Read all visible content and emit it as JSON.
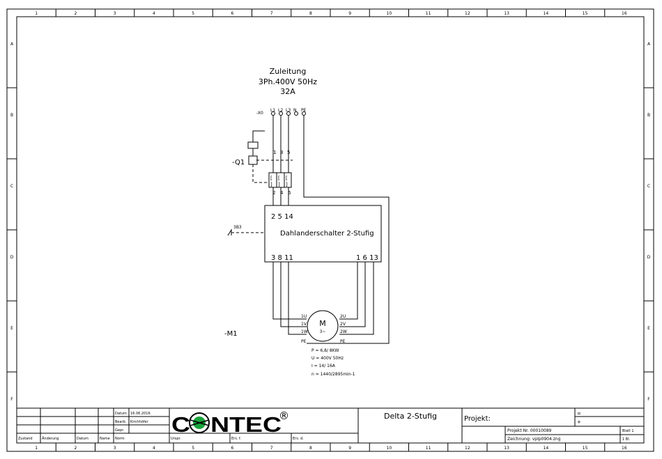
{
  "frame": {
    "columns": [
      "1",
      "2",
      "3",
      "4",
      "5",
      "6",
      "7",
      "8",
      "9",
      "10",
      "11",
      "12",
      "13",
      "14",
      "15",
      "16"
    ],
    "rows": [
      "A",
      "B",
      "C",
      "D",
      "E",
      "F"
    ]
  },
  "supply": {
    "title": "Zuleitung",
    "spec": "3Ph.400V 50Hz",
    "fuse": "32A",
    "terminal_ref": "-X0",
    "terminals": [
      "L1",
      "L2",
      "L3",
      "N",
      "PE"
    ]
  },
  "breaker": {
    "ref": "-Q1",
    "terminals_top": [
      "1",
      "3",
      "5"
    ],
    "terminals_bottom": [
      "2",
      "4",
      "6"
    ]
  },
  "switch": {
    "label": "Dahlanderschalter 2-Stufig",
    "top_terminals": "2  5  14",
    "bottom_left_terminals": "3  8  11",
    "bottom_right_terminals": "1  6  13",
    "control_ref": "3B3"
  },
  "motor": {
    "ref": "-M1",
    "symbol": "M",
    "phase": "3~",
    "left_terminals": [
      "1U",
      "1V",
      "1W",
      "PE"
    ],
    "right_terminals": [
      "2U",
      "2V",
      "2W",
      "PE"
    ],
    "specs": [
      "P = 6,8/ 8KW",
      "U = 400V 50Hz",
      "I = 14/ 16A",
      "n = 1440/2895min-1"
    ]
  },
  "title_block": {
    "date_label": "Datum",
    "date_value": "16.06.2016",
    "drawn_label": "Bearb.",
    "drawn_value": "Kirchhöfer",
    "checked_label": "Gepr.",
    "norm_label": "Norm",
    "status_label": "Zustand",
    "change_label": "Änderung",
    "change_date_label": "Datum",
    "name_label": "Name",
    "origin_label": "Urspr.",
    "replaced_for_label": "Ers. f.",
    "replaced_by_label": "Ers. d.",
    "logo_text": "CONTEC",
    "logo_reg": "®",
    "drawing_title": "Delta 2-Stufig",
    "project_label": "Projekt:",
    "project_no": "Projekt Nr. 00010089",
    "drawing_no": "Zeichnung: vplp0904.zng",
    "eq": "=",
    "plus": "+",
    "sheet_label": "Blatt 1",
    "sheet_count": "1 Bl."
  }
}
